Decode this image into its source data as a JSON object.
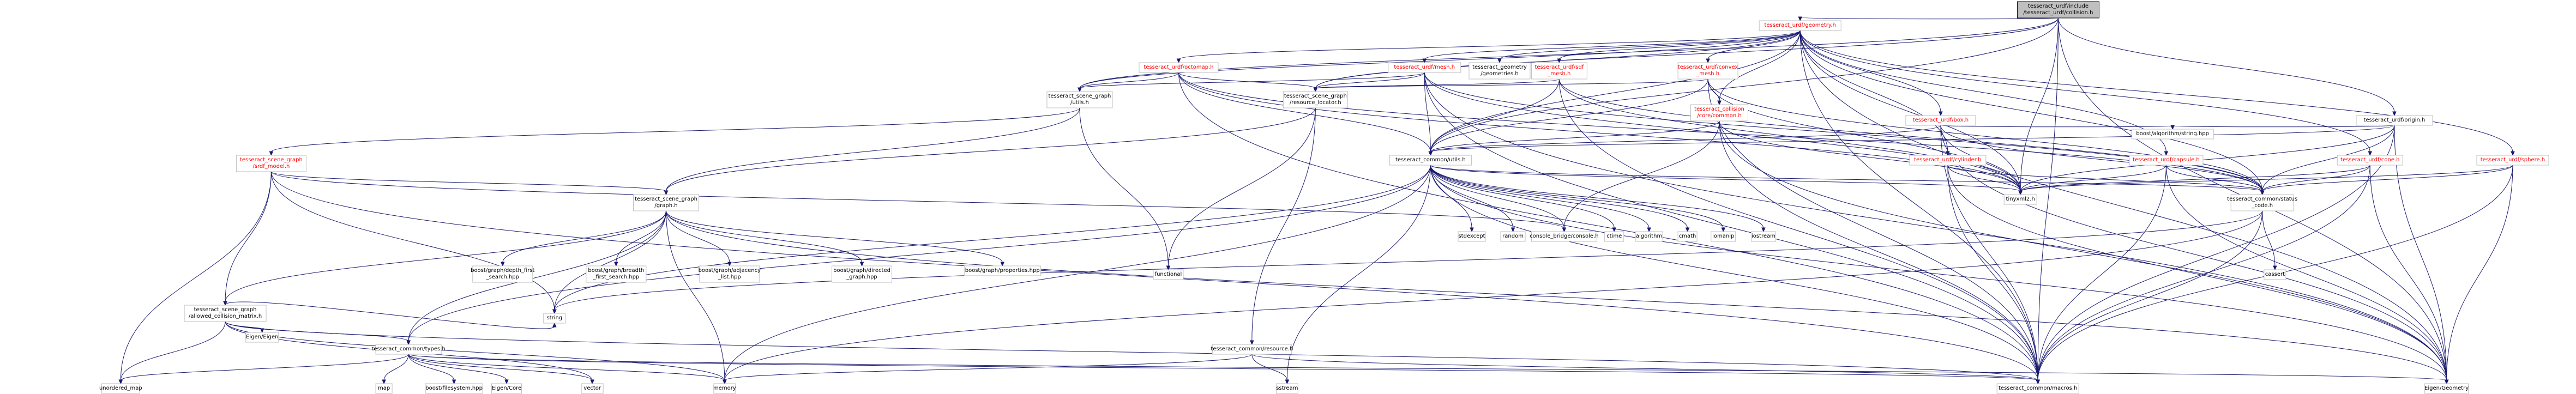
{
  "diagram": {
    "colors": {
      "edge": "#191970",
      "node_border": "#bfbfbf",
      "root_fill": "#bfbfbf",
      "red_text": "#ff0000",
      "black_text": "#000000"
    },
    "nodes": [
      {
        "id": "root",
        "lines": [
          "tesseract_urdf/include",
          "/tesseract_urdf/collision.h"
        ],
        "style": "root"
      },
      {
        "id": "geometry",
        "lines": [
          "tesseract_urdf/geometry.h"
        ],
        "style": "red"
      },
      {
        "id": "octomap",
        "lines": [
          "tesseract_urdf/octomap.h"
        ],
        "style": "red"
      },
      {
        "id": "mesh",
        "lines": [
          "tesseract_urdf/mesh.h"
        ],
        "style": "red"
      },
      {
        "id": "tgeometries",
        "lines": [
          "tesseract_geometry",
          "/geometries.h"
        ],
        "style": "black"
      },
      {
        "id": "sdfmesh",
        "lines": [
          "tesseract_urdf/sdf",
          "_mesh.h"
        ],
        "style": "red"
      },
      {
        "id": "convexmesh",
        "lines": [
          "tesseract_urdf/convex",
          "_mesh.h"
        ],
        "style": "red"
      },
      {
        "id": "box",
        "lines": [
          "tesseract_urdf/box.h"
        ],
        "style": "red"
      },
      {
        "id": "origin",
        "lines": [
          "tesseract_urdf/origin.h"
        ],
        "style": "black"
      },
      {
        "id": "sgutils",
        "lines": [
          "tesseract_scene_graph",
          "/utils.h"
        ],
        "style": "black"
      },
      {
        "id": "sgresloc",
        "lines": [
          "tesseract_scene_graph",
          "/resource_locator.h"
        ],
        "style": "black"
      },
      {
        "id": "collcommon",
        "lines": [
          "tesseract_collision",
          "/core/common.h"
        ],
        "style": "red"
      },
      {
        "id": "cylinder",
        "lines": [
          "tesseract_urdf/cylinder.h"
        ],
        "style": "red"
      },
      {
        "id": "capsule",
        "lines": [
          "tesseract_urdf/capsule.h"
        ],
        "style": "red"
      },
      {
        "id": "cone",
        "lines": [
          "tesseract_urdf/cone.h"
        ],
        "style": "red"
      },
      {
        "id": "sphere",
        "lines": [
          "tesseract_urdf/sphere.h"
        ],
        "style": "red"
      },
      {
        "id": "srdfmodel",
        "lines": [
          "tesseract_scene_graph",
          "/srdf_model.h"
        ],
        "style": "red"
      },
      {
        "id": "cmnutils",
        "lines": [
          "tesseract_common/utils.h"
        ],
        "style": "black"
      },
      {
        "id": "boostalgo",
        "lines": [
          "boost/algorithm/string.hpp"
        ],
        "style": "black"
      },
      {
        "id": "tinyxml2",
        "lines": [
          "tinyxml2.h"
        ],
        "style": "black"
      },
      {
        "id": "statuscode",
        "lines": [
          "tesseract_common/status",
          "_code.h"
        ],
        "style": "black"
      },
      {
        "id": "sggraph",
        "lines": [
          "tesseract_scene_graph",
          "/graph.h"
        ],
        "style": "black"
      },
      {
        "id": "stdexcept",
        "lines": [
          "stdexcept"
        ],
        "style": "black"
      },
      {
        "id": "random",
        "lines": [
          "random"
        ],
        "style": "black"
      },
      {
        "id": "console",
        "lines": [
          "console_bridge/console.h"
        ],
        "style": "black"
      },
      {
        "id": "ctime",
        "lines": [
          "ctime"
        ],
        "style": "black"
      },
      {
        "id": "algorithm",
        "lines": [
          "algorithm"
        ],
        "style": "black"
      },
      {
        "id": "cmath",
        "lines": [
          "cmath"
        ],
        "style": "black"
      },
      {
        "id": "iomanip",
        "lines": [
          "iomanip"
        ],
        "style": "black"
      },
      {
        "id": "iostream",
        "lines": [
          "iostream"
        ],
        "style": "black"
      },
      {
        "id": "functional",
        "lines": [
          "functional"
        ],
        "style": "black"
      },
      {
        "id": "cassert",
        "lines": [
          "cassert"
        ],
        "style": "black"
      },
      {
        "id": "depthfirst",
        "lines": [
          "boost/graph/depth_first",
          "_search.hpp"
        ],
        "style": "black"
      },
      {
        "id": "breadthfirst",
        "lines": [
          "boost/graph/breadth",
          "_first_search.hpp"
        ],
        "style": "black"
      },
      {
        "id": "adjacency",
        "lines": [
          "boost/graph/adjacency",
          "_list.hpp"
        ],
        "style": "black"
      },
      {
        "id": "directed",
        "lines": [
          "boost/graph/directed",
          "_graph.hpp"
        ],
        "style": "black"
      },
      {
        "id": "properties",
        "lines": [
          "boost/graph/properties.hpp"
        ],
        "style": "black"
      },
      {
        "id": "acm",
        "lines": [
          "tesseract_scene_graph",
          "/allowed_collision_matrix.h"
        ],
        "style": "black"
      },
      {
        "id": "string",
        "lines": [
          "string"
        ],
        "style": "black"
      },
      {
        "id": "eigen",
        "lines": [
          "Eigen/Eigen"
        ],
        "style": "black"
      },
      {
        "id": "cmntypes",
        "lines": [
          "tesseract_common/types.h"
        ],
        "style": "black"
      },
      {
        "id": "cmnresource",
        "lines": [
          "tesseract_common/resource.h"
        ],
        "style": "black"
      },
      {
        "id": "unorderedmap",
        "lines": [
          "unordered_map"
        ],
        "style": "black"
      },
      {
        "id": "map",
        "lines": [
          "map"
        ],
        "style": "black"
      },
      {
        "id": "bfs",
        "lines": [
          "boost/filesystem.hpp"
        ],
        "style": "black"
      },
      {
        "id": "eigencore",
        "lines": [
          "Eigen/Core"
        ],
        "style": "black"
      },
      {
        "id": "vector",
        "lines": [
          "vector"
        ],
        "style": "black"
      },
      {
        "id": "memory",
        "lines": [
          "memory"
        ],
        "style": "black"
      },
      {
        "id": "sstream",
        "lines": [
          "sstream"
        ],
        "style": "black"
      },
      {
        "id": "macros",
        "lines": [
          "tesseract_common/macros.h"
        ],
        "style": "black"
      },
      {
        "id": "eigengeom",
        "lines": [
          "Eigen/Geometry"
        ],
        "style": "black"
      }
    ],
    "edges": [
      [
        "root",
        "geometry"
      ],
      [
        "root",
        "sgutils"
      ],
      [
        "root",
        "sgresloc"
      ],
      [
        "root",
        "cmnutils"
      ],
      [
        "root",
        "tinyxml2"
      ],
      [
        "root",
        "origin"
      ],
      [
        "root",
        "macros"
      ],
      [
        "root",
        "eigengeom"
      ],
      [
        "geometry",
        "octomap"
      ],
      [
        "geometry",
        "mesh"
      ],
      [
        "geometry",
        "tgeometries"
      ],
      [
        "geometry",
        "sdfmesh"
      ],
      [
        "geometry",
        "convexmesh"
      ],
      [
        "geometry",
        "box"
      ],
      [
        "geometry",
        "cylinder"
      ],
      [
        "geometry",
        "capsule"
      ],
      [
        "geometry",
        "cone"
      ],
      [
        "geometry",
        "sphere"
      ],
      [
        "geometry",
        "sgutils"
      ],
      [
        "geometry",
        "sgresloc"
      ],
      [
        "geometry",
        "collcommon"
      ],
      [
        "geometry",
        "tinyxml2"
      ],
      [
        "geometry",
        "statuscode"
      ],
      [
        "geometry",
        "macros"
      ],
      [
        "geometry",
        "eigengeom"
      ],
      [
        "geometry",
        "cmnutils"
      ],
      [
        "octomap",
        "sgutils"
      ],
      [
        "octomap",
        "sgresloc"
      ],
      [
        "octomap",
        "cmnutils"
      ],
      [
        "octomap",
        "tinyxml2"
      ],
      [
        "octomap",
        "statuscode"
      ],
      [
        "octomap",
        "macros"
      ],
      [
        "mesh",
        "sgutils"
      ],
      [
        "mesh",
        "sgresloc"
      ],
      [
        "mesh",
        "cmnutils"
      ],
      [
        "mesh",
        "tinyxml2"
      ],
      [
        "mesh",
        "statuscode"
      ],
      [
        "mesh",
        "macros"
      ],
      [
        "mesh",
        "eigengeom"
      ],
      [
        "sdfmesh",
        "sgresloc"
      ],
      [
        "sdfmesh",
        "cmnutils"
      ],
      [
        "sdfmesh",
        "tinyxml2"
      ],
      [
        "sdfmesh",
        "macros"
      ],
      [
        "sdfmesh",
        "statuscode"
      ],
      [
        "convexmesh",
        "collcommon"
      ],
      [
        "convexmesh",
        "sgresloc"
      ],
      [
        "convexmesh",
        "cmnutils"
      ],
      [
        "convexmesh",
        "tinyxml2"
      ],
      [
        "convexmesh",
        "statuscode"
      ],
      [
        "convexmesh",
        "macros"
      ],
      [
        "box",
        "cmnutils"
      ],
      [
        "box",
        "boostalgo"
      ],
      [
        "box",
        "tinyxml2"
      ],
      [
        "box",
        "statuscode"
      ],
      [
        "box",
        "macros"
      ],
      [
        "box",
        "eigengeom"
      ],
      [
        "origin",
        "boostalgo"
      ],
      [
        "origin",
        "cmnutils"
      ],
      [
        "origin",
        "tinyxml2"
      ],
      [
        "origin",
        "statuscode"
      ],
      [
        "origin",
        "macros"
      ],
      [
        "origin",
        "eigengeom"
      ],
      [
        "sgutils",
        "srdfmodel"
      ],
      [
        "sgutils",
        "sggraph"
      ],
      [
        "sgutils",
        "functional"
      ],
      [
        "sgresloc",
        "cmnresource"
      ],
      [
        "sgresloc",
        "functional"
      ],
      [
        "sgresloc",
        "sggraph"
      ],
      [
        "collcommon",
        "cmnutils"
      ],
      [
        "collcommon",
        "tinyxml2"
      ],
      [
        "collcommon",
        "console"
      ],
      [
        "collcommon",
        "macros"
      ],
      [
        "collcommon",
        "eigengeom"
      ],
      [
        "cylinder",
        "tinyxml2"
      ],
      [
        "cylinder",
        "statuscode"
      ],
      [
        "cylinder",
        "macros"
      ],
      [
        "cylinder",
        "eigengeom"
      ],
      [
        "capsule",
        "tinyxml2"
      ],
      [
        "capsule",
        "statuscode"
      ],
      [
        "capsule",
        "macros"
      ],
      [
        "capsule",
        "eigengeom"
      ],
      [
        "cone",
        "tinyxml2"
      ],
      [
        "cone",
        "statuscode"
      ],
      [
        "cone",
        "macros"
      ],
      [
        "cone",
        "eigengeom"
      ],
      [
        "sphere",
        "tinyxml2"
      ],
      [
        "sphere",
        "statuscode"
      ],
      [
        "sphere",
        "macros"
      ],
      [
        "sphere",
        "eigengeom"
      ],
      [
        "srdfmodel",
        "sggraph"
      ],
      [
        "srdfmodel",
        "acm"
      ],
      [
        "srdfmodel",
        "console"
      ],
      [
        "srdfmodel",
        "unorderedmap"
      ],
      [
        "srdfmodel",
        "string"
      ],
      [
        "srdfmodel",
        "macros"
      ],
      [
        "cmnutils",
        "stdexcept"
      ],
      [
        "cmnutils",
        "random"
      ],
      [
        "cmnutils",
        "console"
      ],
      [
        "cmnutils",
        "ctime"
      ],
      [
        "cmnutils",
        "algorithm"
      ],
      [
        "cmnutils",
        "cmath"
      ],
      [
        "cmnutils",
        "iomanip"
      ],
      [
        "cmnutils",
        "iostream"
      ],
      [
        "cmnutils",
        "tinyxml2"
      ],
      [
        "cmnutils",
        "statuscode"
      ],
      [
        "cmnutils",
        "cmntypes"
      ],
      [
        "cmnutils",
        "string"
      ],
      [
        "cmnutils",
        "sstream"
      ],
      [
        "cmnutils",
        "macros"
      ],
      [
        "cmnutils",
        "eigengeom"
      ],
      [
        "cmnutils",
        "memory"
      ],
      [
        "statuscode",
        "cassert"
      ],
      [
        "statuscode",
        "string"
      ],
      [
        "statuscode",
        "memory"
      ],
      [
        "statuscode",
        "macros"
      ],
      [
        "sggraph",
        "depthfirst"
      ],
      [
        "sggraph",
        "breadthfirst"
      ],
      [
        "sggraph",
        "adjacency"
      ],
      [
        "sggraph",
        "directed"
      ],
      [
        "sggraph",
        "properties"
      ],
      [
        "sggraph",
        "acm"
      ],
      [
        "sggraph",
        "string"
      ],
      [
        "sggraph",
        "cmntypes"
      ],
      [
        "sggraph",
        "memory"
      ],
      [
        "sggraph",
        "eigengeom"
      ],
      [
        "acm",
        "eigen"
      ],
      [
        "acm",
        "cmntypes"
      ],
      [
        "acm",
        "string"
      ],
      [
        "acm",
        "vector"
      ],
      [
        "acm",
        "unorderedmap"
      ],
      [
        "acm",
        "memory"
      ],
      [
        "acm",
        "macros"
      ],
      [
        "cmntypes",
        "unorderedmap"
      ],
      [
        "cmntypes",
        "map"
      ],
      [
        "cmntypes",
        "bfs"
      ],
      [
        "cmntypes",
        "eigencore"
      ],
      [
        "cmntypes",
        "vector"
      ],
      [
        "cmntypes",
        "memory"
      ],
      [
        "cmntypes",
        "macros"
      ],
      [
        "cmntypes",
        "eigengeom"
      ],
      [
        "cmnresource",
        "sstream"
      ],
      [
        "cmnresource",
        "macros"
      ],
      [
        "cmnresource",
        "memory"
      ]
    ]
  }
}
